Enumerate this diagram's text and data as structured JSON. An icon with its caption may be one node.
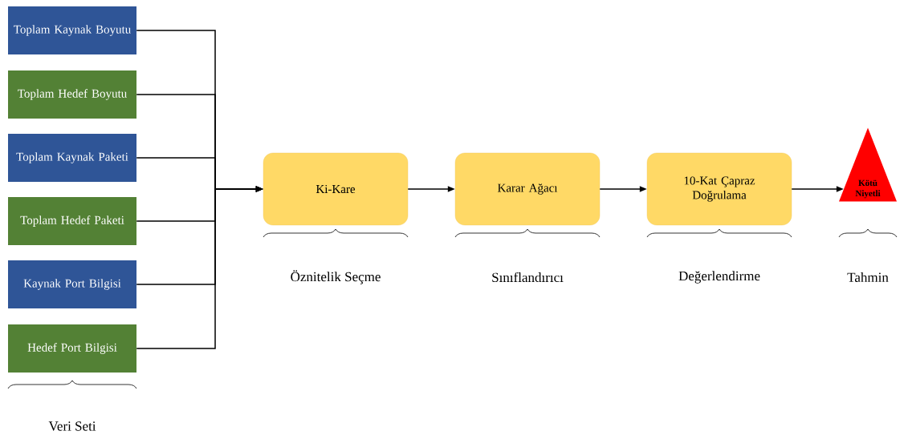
{
  "diagram": {
    "nodes": [
      {
        "text": [
          "Toplam Kaynak Boyutu"
        ]
      },
      {
        "text": [
          "Toplam Hedef Boyutu"
        ]
      },
      {
        "text": [
          "Toplam Kaynak Paketi"
        ]
      },
      {
        "text": [
          "Toplam Hedef Paketi"
        ]
      },
      {
        "text": [
          "Kaynak Port Bilgisi"
        ]
      },
      {
        "text": [
          "Hedef Port Bilgisi"
        ]
      },
      {
        "text": [
          "Ki-Kare"
        ]
      },
      {
        "text": [
          "Karar Ağacı"
        ]
      },
      {
        "text": [
          "10-Kat Çapraz Doğrulama"
        ]
      },
      {
        "text": [
          "Kötü Niyetli"
        ]
      }
    ],
    "edges": [
      {
        "from": 0,
        "to": 6,
        "arrow": "to"
      },
      {
        "from": 1,
        "to": 6,
        "arrow": "to"
      },
      {
        "from": 2,
        "to": 6,
        "arrow": "to"
      },
      {
        "from": 3,
        "to": 6,
        "arrow": "to"
      },
      {
        "from": 4,
        "to": 6,
        "arrow": "to"
      },
      {
        "from": 5,
        "to": 6,
        "arrow": "to"
      },
      {
        "from": 6,
        "to": 7,
        "arrow": "to"
      },
      {
        "from": 7,
        "to": 8,
        "arrow": "to"
      },
      {
        "from": 8,
        "to": 9,
        "arrow": "to"
      }
    ],
    "labels": [
      "Veri Seti",
      "Öznitelik Seçme",
      "Sınıflandırıcı",
      "Değerlendirme",
      "Tahmin"
    ]
  }
}
